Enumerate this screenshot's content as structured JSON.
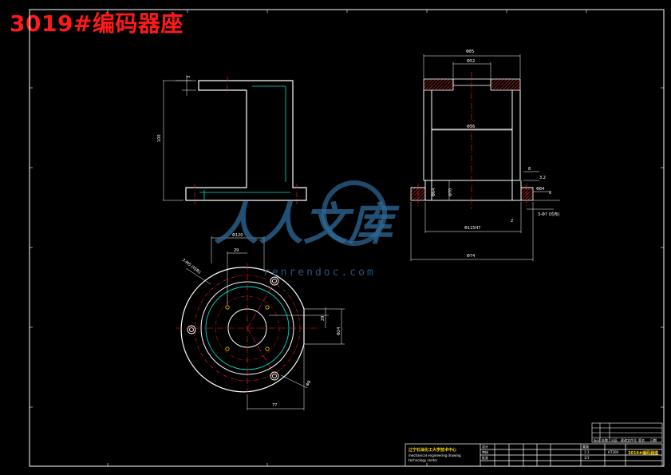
{
  "title": "3019#编码器座",
  "watermark": {
    "text": "人人文库",
    "url": "renrendoc.com"
  },
  "colors": {
    "title": "#ff1a1a",
    "outline": "#ffffff",
    "center": "#ff2020",
    "hidden": "#00e0c8",
    "hatch": "#c02828",
    "dim_arrow": "#ff3030",
    "watermark": "#2e6a98"
  },
  "front_view": {
    "dims": [
      "3",
      "100"
    ]
  },
  "side_view": {
    "dims": [
      "Φ85",
      "Φ52",
      "Φ56",
      "8",
      "3.2",
      "Φ64",
      "Φ70",
      "Φ84",
      "6",
      "2",
      "Φ115H7",
      "Φ74",
      "3-Φ7 (均布)"
    ]
  },
  "top_view": {
    "dims": [
      "Φ120",
      "29",
      "3-M5 (均布)",
      "29",
      "Φ24",
      "77",
      "Φ8"
    ]
  },
  "title_block": {
    "school_line1": "辽宁石油化工大学技术中心",
    "school_line2": "mechanical engineering drawing",
    "school_line3": "technology center",
    "part_name": "3019#编码器座",
    "material": "HT200",
    "scale": "1:1",
    "sheet": "1/1",
    "drawn": "设计",
    "checked": "审核",
    "approved": "批准",
    "weight": "重量",
    "revision_headers": [
      "标记",
      "处数",
      "分区",
      "更改文件号",
      "签名",
      "日期"
    ]
  }
}
